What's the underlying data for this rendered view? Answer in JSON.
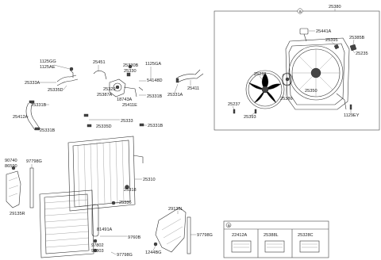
{
  "labels": {
    "l_25380": "25380",
    "l_25441A": "25441A",
    "l_25395": "25395",
    "l_25385B": "25385B",
    "l_25235": "25235",
    "l_25231": "25231",
    "l_25386": "25386",
    "l_25350": "25350",
    "l_25237": "25237",
    "l_25393": "25393",
    "l_1129EY": "1129EY",
    "l_1125GG": "1125GG",
    "l_1125AE": "1125AE",
    "l_25333A": "25333A",
    "l_25335D_a": "25335D",
    "l_25331B_a": "25331B",
    "l_25412A": "25412A",
    "l_25331B_b": "25331B",
    "l_25451": "25451",
    "l_25330B": "25330B",
    "l_25330": "25330",
    "l_1125GA": "1125GA",
    "l_25329": "25329",
    "l_25387A": "25387A",
    "l_54148D": "54148D",
    "l_18743A": "18743A",
    "l_25411E": "25411E",
    "l_25331B_c": "25331B",
    "l_25411": "25411",
    "l_25331A": "25331A",
    "l_25333": "25333",
    "l_25335D_b": "25335D",
    "l_25331B_d": "25331B",
    "l_90740": "90740",
    "l_86590": "86590",
    "l_97798G_a": "97798G",
    "l_29135R": "29135R",
    "l_25310": "25310",
    "l_25318": "25318",
    "l_25336": "25336",
    "l_81491A": "81491A",
    "l_9760B": "9760B",
    "l_97802": "97802",
    "l_97803": "97803",
    "l_97798G_b": "97798G",
    "l_29135L": "29135L",
    "l_97798G_c": "97798G",
    "l_1244BG": "1244BG",
    "l_22412A": "22412A",
    "l_25388L": "25388L",
    "l_25328C": "25328C",
    "callout_a": "a"
  }
}
